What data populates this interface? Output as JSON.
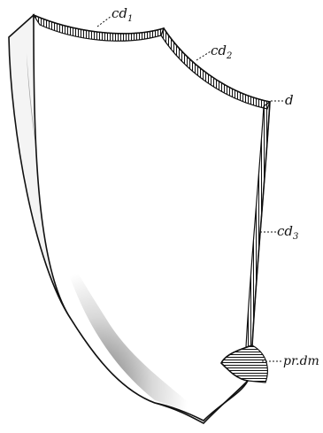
{
  "figure": {
    "labels": {
      "cd1": "cd",
      "cd1_sub": "1",
      "cd2": "cd",
      "cd2_sub": "2",
      "d": "d",
      "cd3": "cd",
      "cd3_sub": "3",
      "prdm": "pr.dm"
    },
    "colors": {
      "ink": "#111111",
      "paper": "#ffffff"
    }
  }
}
